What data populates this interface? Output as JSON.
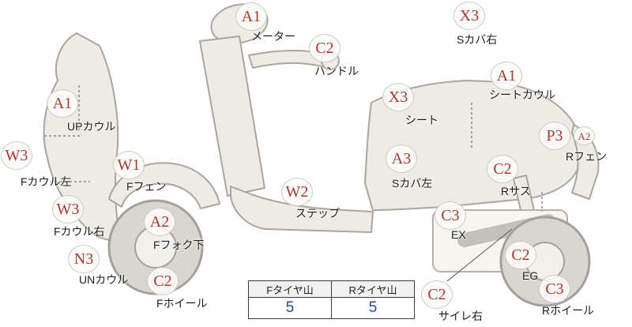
{
  "diagram": {
    "accent_color": "#a83a30",
    "points": [
      {
        "grade": "A1",
        "label": "メーター"
      },
      {
        "grade": "C2",
        "label": "ハンドル"
      },
      {
        "grade": "X3",
        "label": "Sカバ右"
      },
      {
        "grade": "A1",
        "label": "シートカウル"
      },
      {
        "grade": "A1",
        "label": "UPカウル"
      },
      {
        "grade": "X3",
        "label": "シート"
      },
      {
        "grade": "W3",
        "label": "Fカウル左"
      },
      {
        "grade": "W1",
        "label": "Fフェン"
      },
      {
        "grade": "P3",
        "sub_grade": "A2",
        "label": "Rフェン"
      },
      {
        "grade": "A3",
        "label": "Sカバ左"
      },
      {
        "grade": "C2",
        "label": "Rサス"
      },
      {
        "grade": "W3",
        "label": "Fカウル右"
      },
      {
        "grade": "W2",
        "label": "ステップ"
      },
      {
        "grade": "A2",
        "label": "Fフォク下"
      },
      {
        "grade": "C3",
        "label": "EX"
      },
      {
        "grade": "N3",
        "label": "UNカウル"
      },
      {
        "grade": "C2",
        "label": "EG"
      },
      {
        "grade": "C2",
        "label": "Fホイール"
      },
      {
        "grade": "C3",
        "label": "Rホイール"
      },
      {
        "grade": "C2",
        "label": "サイレ右"
      }
    ]
  },
  "tire_table": {
    "front_header": "Fタイヤ山",
    "rear_header": "Rタイヤ山",
    "front_value": "5",
    "rear_value": "5",
    "value_color": "#1f4e9e"
  }
}
